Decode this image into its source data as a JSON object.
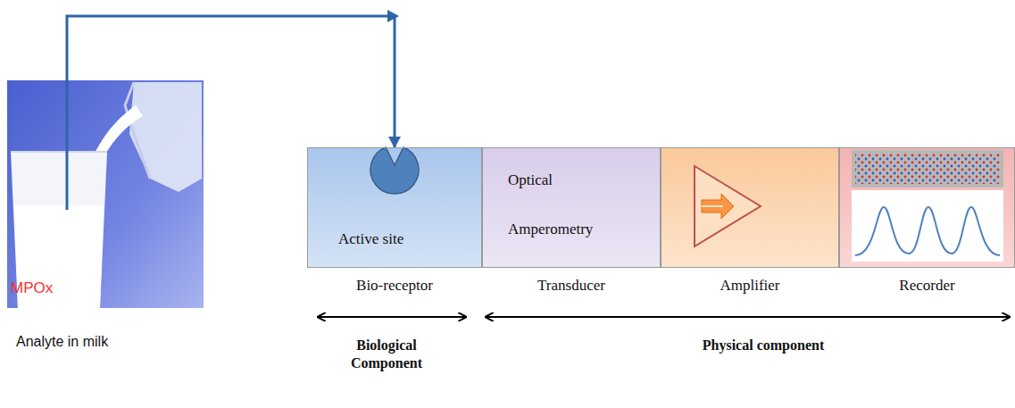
{
  "diagram": {
    "nodes": [
      {
        "text": [
          "MPOx"
        ]
      },
      {
        "text": [
          "Active site",
          "Bio-receptor"
        ]
      },
      {
        "text": [
          "Optical",
          "Amperometry",
          "Transducer"
        ]
      },
      {
        "text": [
          "Amplifier"
        ]
      },
      {
        "text": [
          "Recorder"
        ]
      }
    ],
    "edges": [
      {
        "from": 0,
        "to": 1,
        "arrow": "to"
      }
    ],
    "labels": [
      "Analyte in milk",
      "Biological Component",
      "Physical component"
    ]
  }
}
